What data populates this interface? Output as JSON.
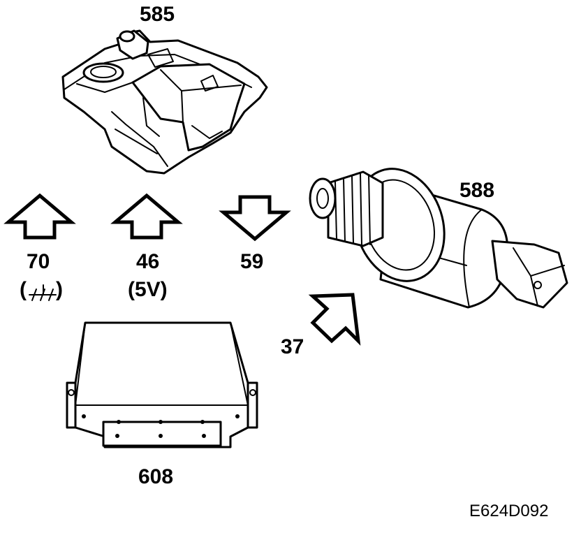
{
  "components": {
    "c585": {
      "number": "585"
    },
    "c588": {
      "number": "588"
    },
    "c608": {
      "number": "608"
    }
  },
  "pins": [
    {
      "number": "70",
      "note": "(",
      "note_end": ")",
      "direction": "up"
    },
    {
      "number": "46",
      "note": "(5V)",
      "direction": "up"
    },
    {
      "number": "59",
      "note": "",
      "direction": "down"
    },
    {
      "number": "37",
      "note": "",
      "direction": "up-right"
    }
  ],
  "figure_code": "E624D092"
}
